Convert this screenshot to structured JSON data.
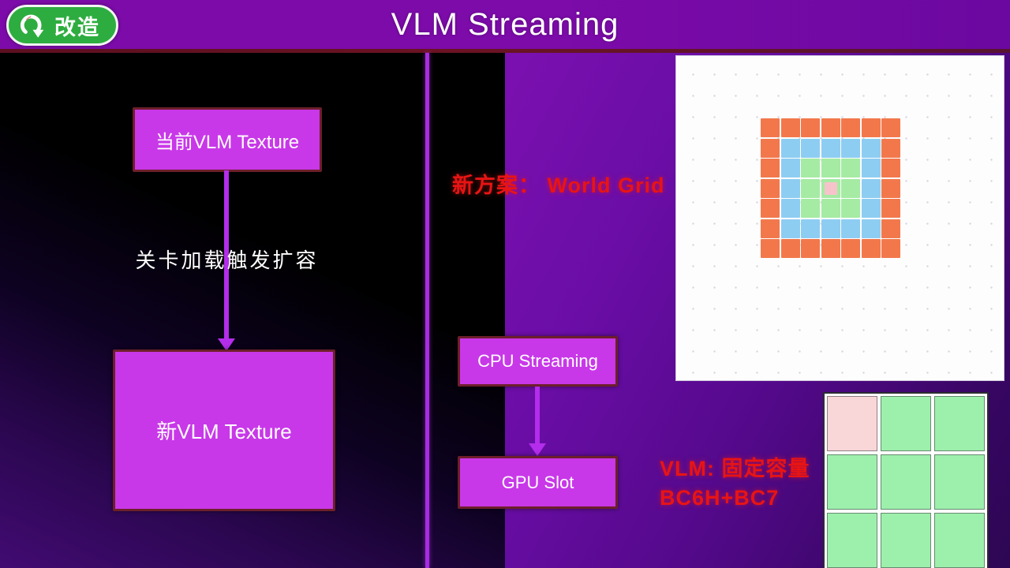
{
  "header": {
    "title": "VLM Streaming",
    "badge_label": "改造"
  },
  "left_flow": {
    "top_box": "当前VLM Texture",
    "arrow_label": "关卡加载触发扩容",
    "bottom_box": "新VLM Texture"
  },
  "middle_flow": {
    "heading": "新方案： World Grid",
    "top_box": "CPU Streaming",
    "bottom_box": "GPU Slot"
  },
  "right_panel": {
    "world_grid": {
      "type": "concentric-grid",
      "size": 7,
      "ring_colors": [
        "#f2784c",
        "#8ecdf2",
        "#a5eba3"
      ],
      "center_color": "#f7c3cb"
    },
    "caption_line1": "VLM: 固定容量",
    "caption_line2": "BC6H+BC7",
    "vlm_grid": {
      "rows": 3,
      "cols": 3,
      "cells": [
        "pink",
        "green",
        "green",
        "green",
        "green",
        "green",
        "green",
        "green",
        "green"
      ],
      "palette": {
        "pink": "#f9d6d8",
        "green": "#9df0ac"
      }
    }
  },
  "colors": {
    "header_bg": "#7c0ba9",
    "badge_green": "#2dad3f",
    "box_fill": "#c838e8",
    "box_border": "#6d1f2a",
    "arrow": "#b32dea",
    "divider": "#a82ce2",
    "red_text": "#e81414"
  }
}
